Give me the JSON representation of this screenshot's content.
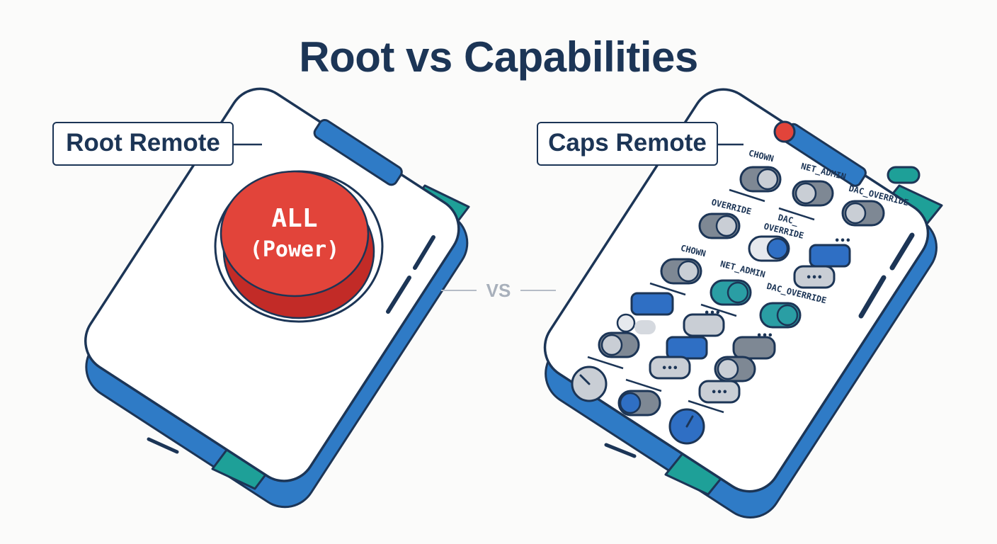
{
  "title": "Root vs Capabilities",
  "vs_label": "VS",
  "root_remote": {
    "label": "Root Remote",
    "button_line1": "ALL",
    "button_line2": "(Power)",
    "colors": {
      "button": "#e2443a",
      "button_shadow": "#c22b27",
      "body": "#2f7bc6",
      "side": "#1ea098"
    }
  },
  "caps_remote": {
    "label": "Caps Remote",
    "capability_labels": [
      "CHOWN",
      "NET_ADMIN",
      "DAC_OVERRIDE",
      "OVERRIDE",
      "DAC_",
      "OVERRIDE",
      "CHOWN",
      "NET_ADMIN",
      "DAC_OVERRIDE"
    ],
    "more_labels": [
      "•••",
      "•••",
      "•••",
      "•••",
      "•••",
      "•••"
    ],
    "colors": {
      "off": "#7e8894",
      "on_teal": "#2a9ea4",
      "on_blue": "#2f6fc4",
      "indicator": "#e2443a"
    }
  },
  "palette": {
    "outline": "#1c3556",
    "screen": "#ffffff",
    "title": "#1c3556"
  }
}
